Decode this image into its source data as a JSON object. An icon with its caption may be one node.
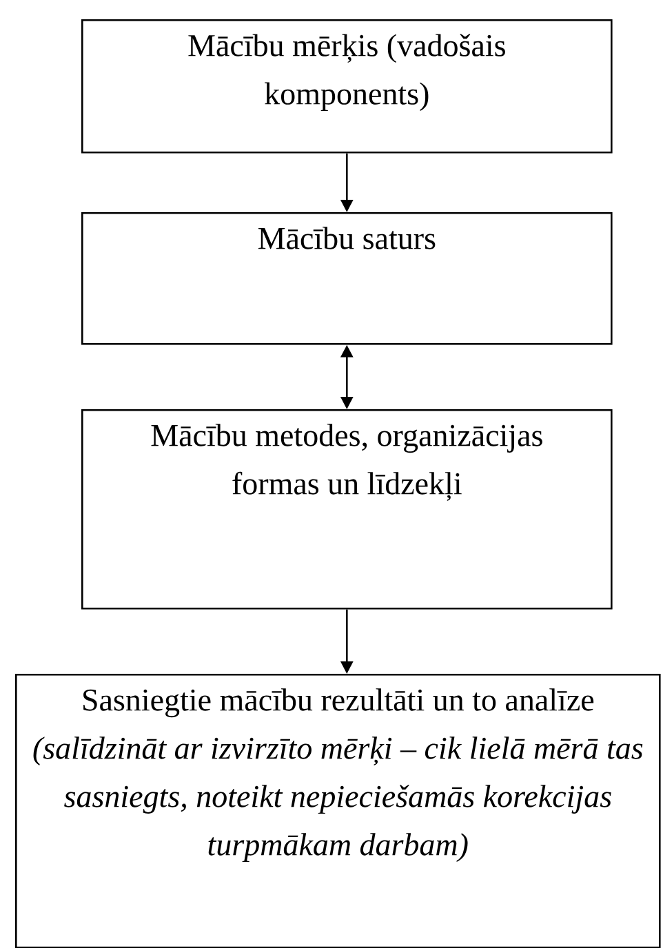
{
  "diagram": {
    "nodes": [
      {
        "text": [
          "Mācību mērķis (vadošais komponents)"
        ]
      },
      {
        "text": [
          "Mācību saturs"
        ]
      },
      {
        "text": [
          "Mācību metodes, organizācijas formas un līdzekļi"
        ]
      },
      {
        "text": [
          "Sasniegtie mācību rezultāti un to analīze *(salīdzināt ar izvirzīto mērķi – cik lielā mērā tas sasniegts, noteikt nepieciešamās korekcijas turpmākam darbam)*"
        ]
      }
    ],
    "edges": [
      {
        "from": 0,
        "to": 1,
        "arrow": "to"
      },
      {
        "from": 1,
        "to": 2,
        "arrow": "both"
      },
      {
        "from": 2,
        "to": 3,
        "arrow": "to"
      }
    ]
  }
}
